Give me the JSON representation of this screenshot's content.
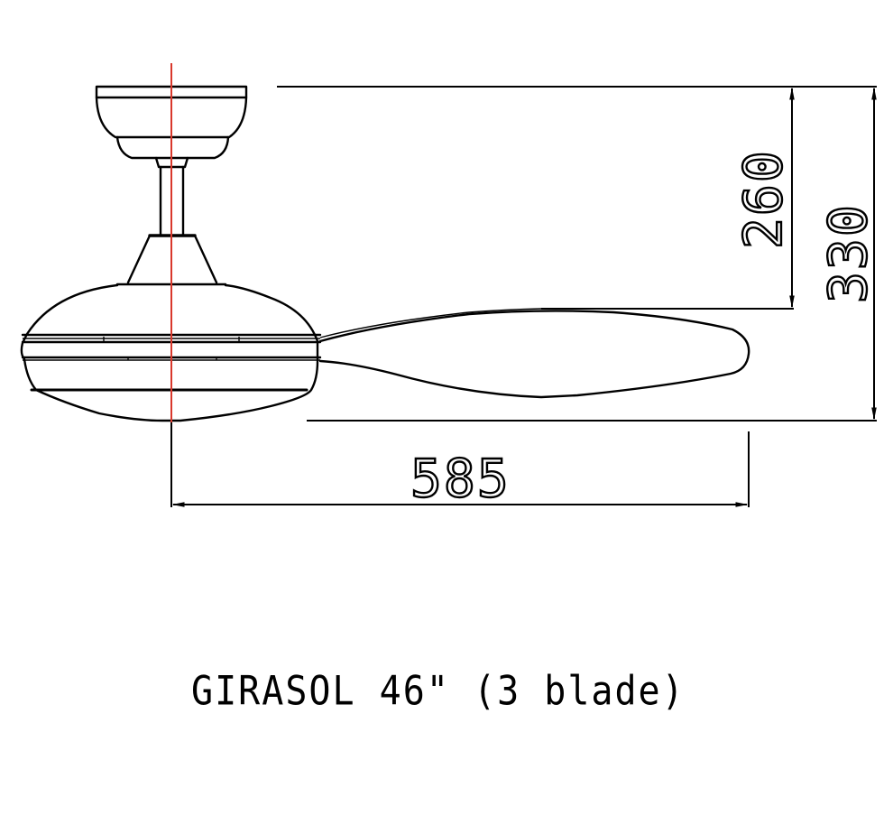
{
  "drawing": {
    "title": "GIRASOL 46\" (3 blade)",
    "view": "side elevation",
    "units": "mm",
    "dimensions": {
      "canopy_to_blade_top": "260",
      "overall_height": "330",
      "blade_span_from_center": "585"
    },
    "colors": {
      "line": "#000000",
      "centerline": "#d9382c",
      "background": "#ffffff"
    }
  }
}
